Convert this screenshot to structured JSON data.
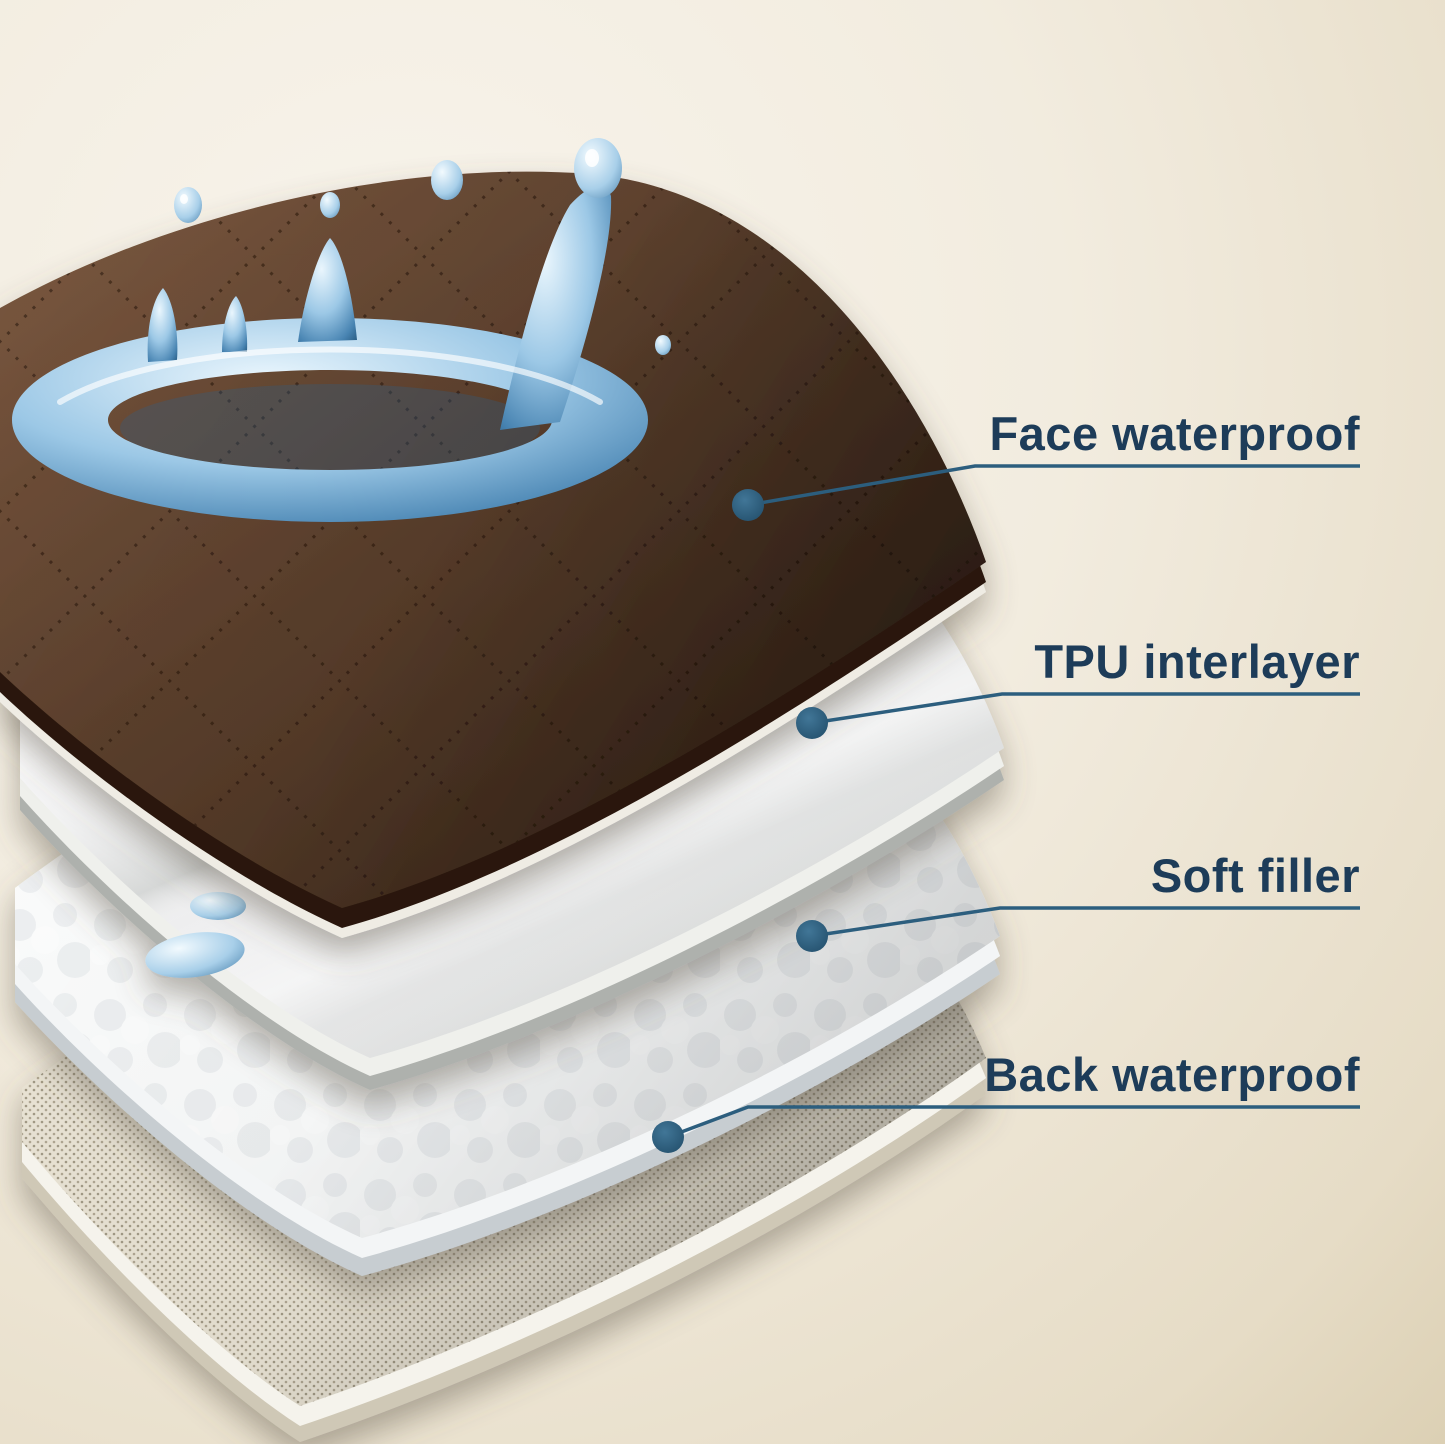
{
  "figure": {
    "type": "product-layer-diagram",
    "layers": [
      {
        "name": "face-waterproof",
        "label": "Face waterproof",
        "color": "#5a3e2c"
      },
      {
        "name": "tpu-interlayer",
        "label": "TPU interlayer",
        "color": "#ecedec"
      },
      {
        "name": "soft-filler",
        "label": "Soft filler",
        "color": "#fafbfb"
      },
      {
        "name": "back-waterproof",
        "label": "Back waterproof",
        "color": "#e7e1d2"
      }
    ],
    "colors": {
      "background_start": "#f8f4ec",
      "background_end": "#dcd0b4",
      "label_text": "#1d3c59",
      "callout_line": "#2c5e7e",
      "callout_dot": "#2c5e7e",
      "water": "#4d8fc0"
    }
  }
}
